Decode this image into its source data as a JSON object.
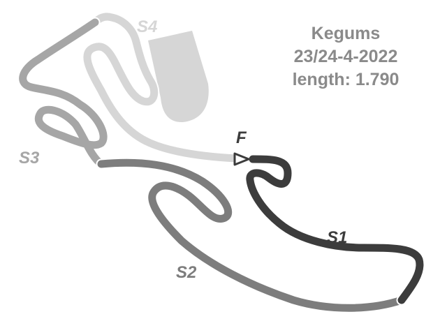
{
  "info": {
    "track": "Kegums",
    "date": "23/24-4-2022",
    "length": "length: 1.790"
  },
  "labels": {
    "finish": "F",
    "s1": "S1",
    "s2": "S2",
    "s3": "S3",
    "s4": "S4"
  },
  "colors": {
    "s1": "#3c3c3c",
    "s2": "#7d7d7d",
    "s3": "#a6a6a6",
    "s4": "#d6d6d6",
    "outline": "#ffffff",
    "text": "#8a8a8a"
  }
}
